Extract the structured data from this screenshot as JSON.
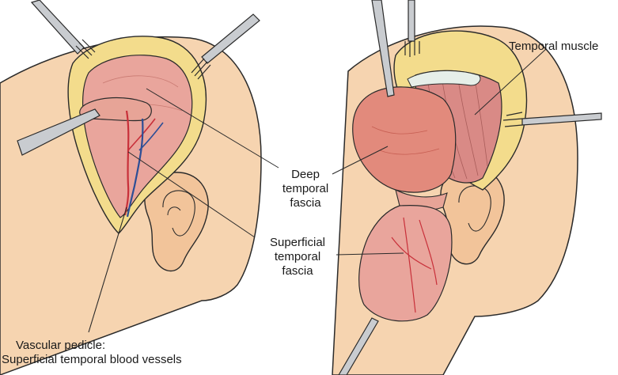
{
  "labels": {
    "temporal_muscle": "Temporal muscle",
    "deep_fascia": [
      "Deep",
      "temporal",
      "fascia"
    ],
    "superficial_fascia": [
      "Superficial",
      "temporal",
      "fascia"
    ],
    "vascular_pedicle": [
      "Vascular pedicle:",
      "Superficial temporal blood vessels"
    ]
  },
  "colors": {
    "skin": "#f6d4b0",
    "skin_outline": "#2a2a2a",
    "fat": "#f3dc8c",
    "fascia_pink": "#e9a59c",
    "fascia_deep": "#e28a7c",
    "muscle": "#d98a86",
    "artery": "#c8303a",
    "vein": "#2d4e96",
    "instrument": "#c9ccd0"
  },
  "icons": {
    "retractor": "retractor-icon",
    "forceps": "forceps-icon",
    "ear": "ear-icon"
  }
}
